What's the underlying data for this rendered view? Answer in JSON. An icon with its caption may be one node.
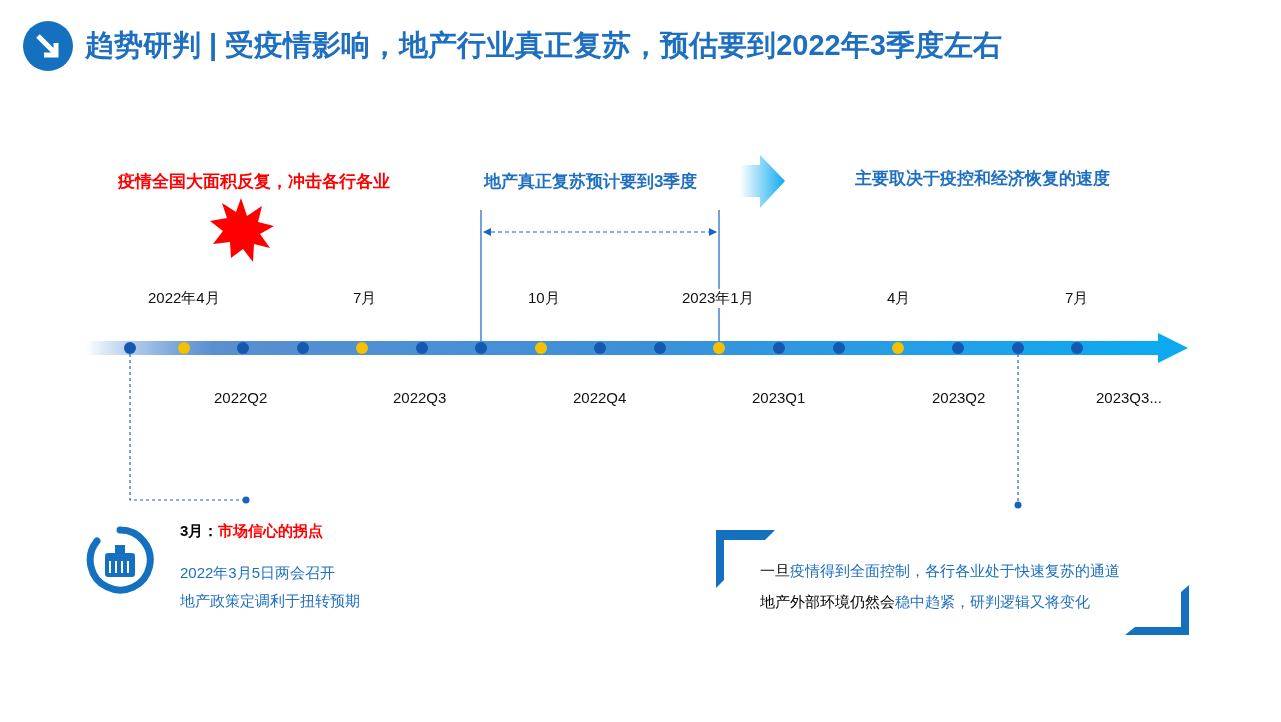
{
  "diagram": {
    "title": "趋势研判 | 受疫情影响，地产行业真正复苏，预估要到2022年3季度左右",
    "nodes": [
      {
        "text": [
          "3月：",
          "市场信心的拐点",
          "2022年3月5日两会召开",
          "地产政策定调利于扭转预期"
        ]
      },
      {
        "text": [
          "一旦",
          "疫情得到全面控制，各行各业处于快速复苏的通道",
          "地产外部环境仍然会",
          "稳中趋紧，研判逻辑又将变化"
        ]
      }
    ],
    "edges": [
      {
        "from": null,
        "to": 0,
        "arrow": "other",
        "style": "dashed"
      },
      {
        "from": null,
        "to": 1,
        "arrow": "other",
        "style": "dashed"
      }
    ],
    "labels": [
      "疫情全国大面积反复，冲击各行各业",
      "地产真正复苏预计要到3季度",
      "主要取决于疫控和经济恢复的速度",
      "2022年4月",
      "7月",
      "10月",
      "2023年1月",
      "4月",
      "7月",
      "2022Q2",
      "2022Q3",
      "2022Q4",
      "2023Q1",
      "2023Q2",
      "2023Q3..."
    ]
  }
}
